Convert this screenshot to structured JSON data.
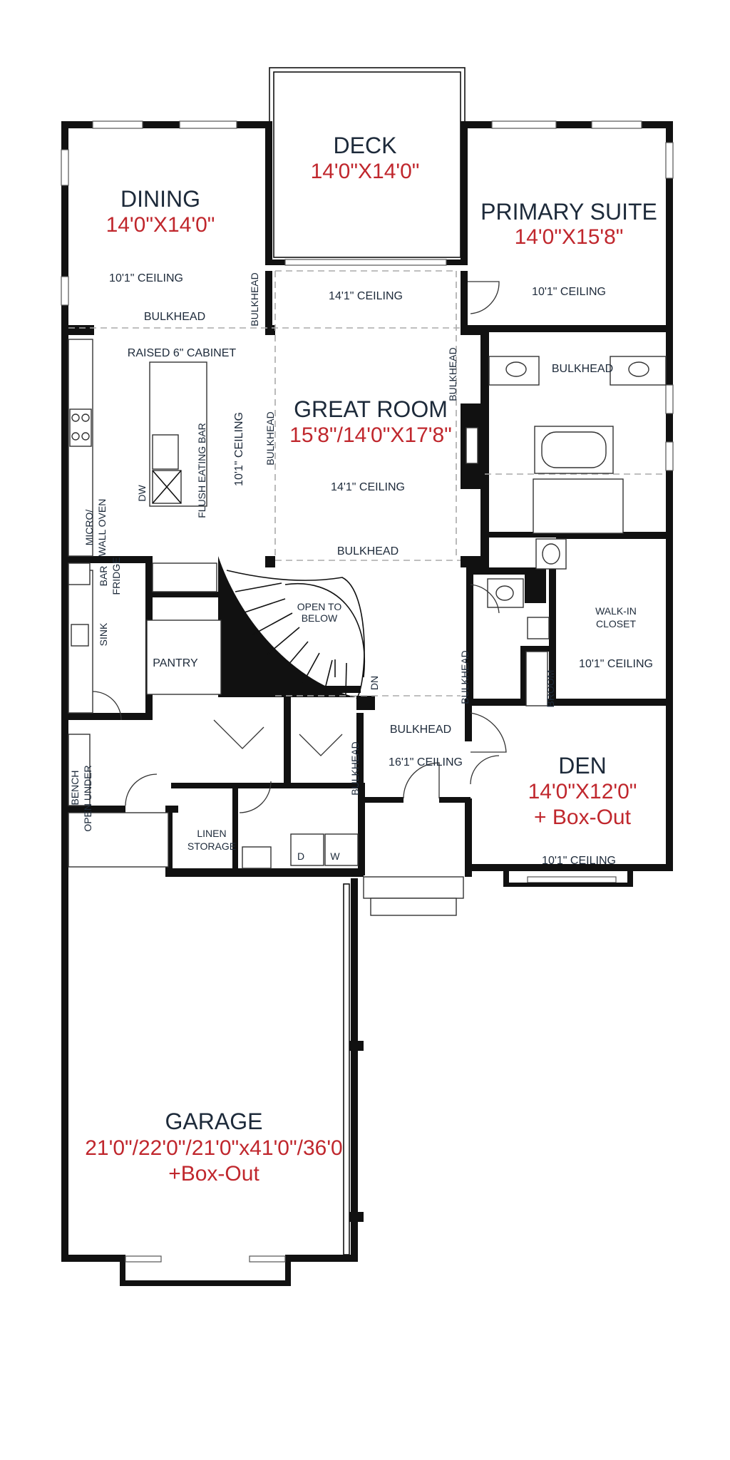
{
  "rooms": {
    "deck": {
      "name": "DECK",
      "size": "14'0\"X14'0\""
    },
    "dining": {
      "name": "DINING",
      "size": "14'0\"X14'0\"",
      "ceiling": "10'1\" CEILING"
    },
    "primary_suite": {
      "name": "PRIMARY SUITE",
      "size": "14'0\"X15'8\"",
      "ceiling": "10'1\" CEILING"
    },
    "great_room": {
      "name": "GREAT ROOM",
      "size": "15'8\"/14'0\"X17'8\"",
      "ceiling": "14'1\" CEILING"
    },
    "den": {
      "name": "DEN",
      "size_line1": "14'0\"X12'0\"",
      "size_line2": "+ Box-Out",
      "ceiling": "10'1\" CEILING"
    },
    "garage": {
      "name": "GARAGE",
      "size_line1": "21'0\"/22'0\"/21'0\"x41'0\"/36'0",
      "size_line2": "+Box-Out"
    },
    "walk_in_closet": {
      "line1": "WALK-IN",
      "line2": "CLOSET",
      "ceiling": "10'1\" CEILING"
    },
    "pantry": {
      "name": "PANTRY"
    },
    "linen_storage": {
      "line1": "LINEN",
      "line2": "STORAGE"
    },
    "foyer": {
      "ceiling": "16'1\" CEILING"
    },
    "hall": {
      "ceiling": "14'1\" CEILING"
    },
    "kitchen": {
      "ceiling": "10'1\" CEILING"
    }
  },
  "labels": {
    "bulkhead": "BULKHEAD",
    "raised_cabinet": "RAISED 6\" CABINET",
    "flush_eating_bar": "FLUSH EATING BAR",
    "dw": "DW",
    "micro_wall_oven_1": "MICRO/",
    "micro_wall_oven_2": "WALL OVEN",
    "bar_fridge_1": "BAR",
    "bar_fridge_2": "FRIDGE",
    "sink": "SINK",
    "open_to_below_1": "OPEN TO",
    "open_to_below_2": "BELOW",
    "dn": "DN",
    "broom": "BROOM",
    "bench_1": "BENCH",
    "bench_2": "OPEN UNDER",
    "dryer": "D",
    "washer": "W"
  },
  "colors": {
    "wall": "#111111",
    "room_name": "#1d2a3a",
    "dimension": "#c0272d"
  }
}
